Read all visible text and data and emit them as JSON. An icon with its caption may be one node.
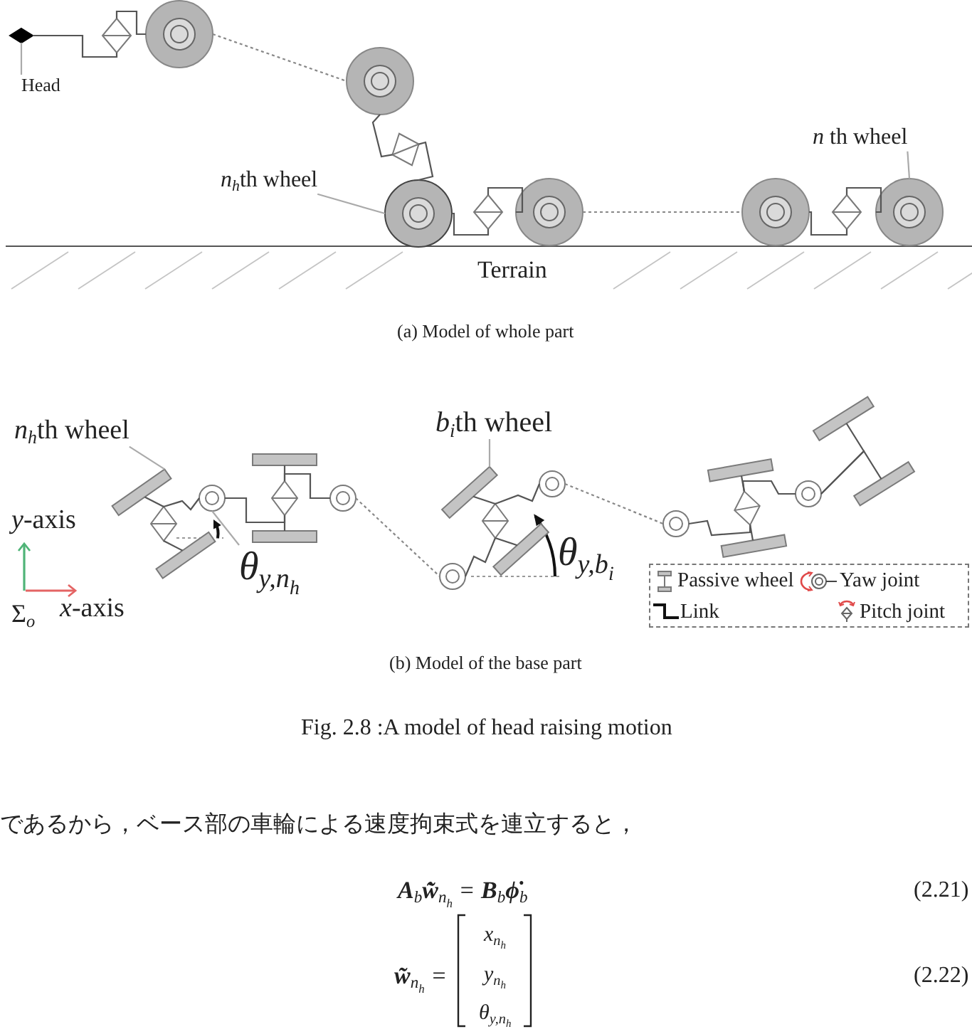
{
  "diagram": {
    "caption": "Fig. 2.8 :A model of head raising motion",
    "nodes": [
      {
        "text": [
          "Head"
        ]
      },
      {
        "text": [],
        "shape": "diamond"
      },
      {
        "text": [],
        "shape": "diamond"
      },
      {
        "text": [],
        "shape": "circle"
      },
      {
        "text": [],
        "shape": "circle"
      },
      {
        "text": [],
        "shape": "diamond"
      },
      {
        "text": [
          "*n*$_{h}$th wheel"
        ]
      },
      {
        "text": [],
        "shape": "circle"
      },
      {
        "text": [],
        "shape": "diamond"
      },
      {
        "text": [],
        "shape": "circle"
      },
      {
        "text": [],
        "shape": "circle"
      },
      {
        "text": [],
        "shape": "diamond"
      },
      {
        "text": [
          "*n* th wheel"
        ]
      },
      {
        "text": [],
        "shape": "circle"
      },
      {
        "text": [
          "*n*$_{h}$th wheel"
        ]
      },
      {
        "text": [],
        "shape": "bar"
      },
      {
        "text": [],
        "shape": "diamond"
      },
      {
        "text": [],
        "shape": "bar"
      },
      {
        "text": [],
        "shape": "circle"
      },
      {
        "text": [
          "θ$_{y,n}$$_{h}$"
        ]
      },
      {
        "text": [],
        "shape": "bar"
      },
      {
        "text": [],
        "shape": "diamond"
      },
      {
        "text": [],
        "shape": "bar"
      },
      {
        "text": [],
        "shape": "circle"
      },
      {
        "text": [],
        "shape": "circle"
      },
      {
        "text": [
          "*b*$_{i}$th wheel"
        ]
      },
      {
        "text": [],
        "shape": "bar"
      },
      {
        "text": [],
        "shape": "diamond"
      },
      {
        "text": [],
        "shape": "bar"
      },
      {
        "text": [],
        "shape": "circle"
      },
      {
        "text": [],
        "shape": "circle"
      },
      {
        "text": [],
        "shape": "bar"
      },
      {
        "text": [],
        "shape": "diamond"
      },
      {
        "text": [],
        "shape": "bar"
      },
      {
        "text": [],
        "shape": "circle"
      },
      {
        "text": [],
        "shape": "bar"
      },
      {
        "text": [],
        "shape": "bar"
      }
    ],
    "edges": [
      {
        "from": 0,
        "to": 1,
        "arrow": "none",
        "color": "#aaaaaa"
      },
      {
        "from": 1,
        "to": 2,
        "arrow": "none"
      },
      {
        "from": 2,
        "to": 3,
        "arrow": "none"
      },
      {
        "from": 3,
        "to": 4,
        "arrow": "none",
        "style": "dashed",
        "color": "#888888"
      },
      {
        "from": 4,
        "to": 5,
        "arrow": "none"
      },
      {
        "from": 5,
        "to": 7,
        "arrow": "none"
      },
      {
        "from": 6,
        "to": 7,
        "arrow": "none",
        "color": "#aaaaaa"
      },
      {
        "from": 7,
        "to": 8,
        "arrow": "none"
      },
      {
        "from": 8,
        "to": 9,
        "arrow": "none"
      },
      {
        "from": 9,
        "to": 10,
        "arrow": "none",
        "style": "dashed",
        "color": "#888888"
      },
      {
        "from": 10,
        "to": 11,
        "arrow": "none"
      },
      {
        "from": 11,
        "to": 13,
        "arrow": "none"
      },
      {
        "from": 12,
        "to": 13,
        "arrow": "none",
        "color": "#aaaaaa"
      },
      {
        "from": 14,
        "to": 15,
        "arrow": "none",
        "color": "#aaaaaa"
      },
      {
        "from": 15,
        "to": 16,
        "arrow": "none"
      },
      {
        "from": 16,
        "to": 17,
        "arrow": "none"
      },
      {
        "from": 16,
        "to": 18,
        "arrow": "none"
      },
      {
        "from": 19,
        "to": 18,
        "arrow": "none",
        "color": "#aaaaaa"
      },
      {
        "from": 18,
        "to": 21,
        "arrow": "none"
      },
      {
        "from": 20,
        "to": 21,
        "arrow": "none"
      },
      {
        "from": 21,
        "to": 22,
        "arrow": "none"
      },
      {
        "from": 21,
        "to": 23,
        "arrow": "none"
      },
      {
        "from": 23,
        "to": 24,
        "arrow": "none",
        "style": "dashed",
        "color": "#888888"
      },
      {
        "from": 24,
        "to": 27,
        "arrow": "none"
      },
      {
        "from": 25,
        "to": 26,
        "arrow": "none",
        "color": "#aaaaaa"
      },
      {
        "from": 26,
        "to": 27,
        "arrow": "none"
      },
      {
        "from": 27,
        "to": 28,
        "arrow": "none"
      },
      {
        "from": 27,
        "to": 29,
        "arrow": "none"
      },
      {
        "from": 29,
        "to": 30,
        "arrow": "none",
        "style": "dashed",
        "color": "#888888"
      },
      {
        "from": 30,
        "to": 32,
        "arrow": "none"
      },
      {
        "from": 31,
        "to": 32,
        "arrow": "none"
      },
      {
        "from": 32,
        "to": 33,
        "arrow": "none"
      },
      {
        "from": 32,
        "to": 34,
        "arrow": "none"
      },
      {
        "from": 34,
        "to": 35,
        "arrow": "none"
      },
      {
        "from": 34,
        "to": 36,
        "arrow": "none"
      }
    ],
    "labels": [
      "Terrain",
      "(a) Model of whole part",
      "*y*-axis",
      "θ$_{y,b}$$_{i}$",
      "Σ$_{o}$",
      "*x*-axis",
      "(b) Model of the base part",
      "であるから，ベース部の車輪による速度拘束式を連立すると，",
      "**A**$_{b}$**w̃̇**$_{n}$$_{h}$ = **B**$_{b}$**ϕ̇**$_{b}$",
      "(2.21)",
      "**w̃**$_{n}$$_{h}$ =",
      "x$_{n}$$_{h}$",
      "y$_{n}$$_{h}$",
      "θ$_{y,n}$$_{h}$",
      "(2.22)"
    ],
    "legend": [
      {
        "text": "Passive wheel"
      },
      {
        "text": "Yaw joint"
      },
      {
        "text": "Link"
      },
      {
        "text": "Pitch joint"
      }
    ]
  }
}
